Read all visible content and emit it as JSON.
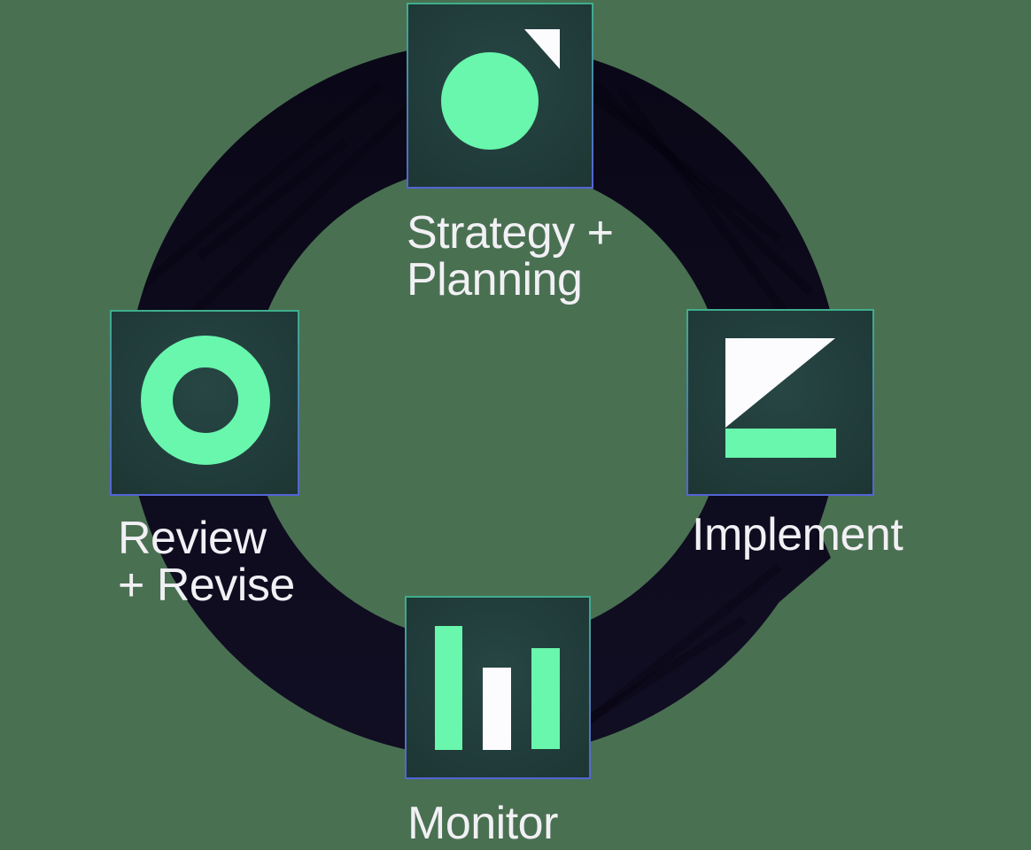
{
  "page": {
    "background_color": "#4A7052",
    "title": "Strategy cycle diagram"
  },
  "palette": {
    "mint": "#69F6AD",
    "white": "#FCFCFE",
    "ring_dark_top": "#0A0817",
    "ring_dark_bottom": "#110E23",
    "tile_background": "#213D3B",
    "tile_border_top": "#3FAF8C",
    "tile_border_bottom": "#5464D6",
    "label_text": "#F1F0F4"
  },
  "stages": [
    {
      "position": "top",
      "label": "Strategy +\nPlanning",
      "icon": "circle-with-corner-arrow-icon"
    },
    {
      "position": "right",
      "label": "Implement",
      "icon": "triangle-over-bar-icon"
    },
    {
      "position": "bottom",
      "label": "Monitor",
      "icon": "bar-chart-icon"
    },
    {
      "position": "left",
      "label": "Review\n+ Revise",
      "icon": "donut-ring-icon"
    }
  ]
}
